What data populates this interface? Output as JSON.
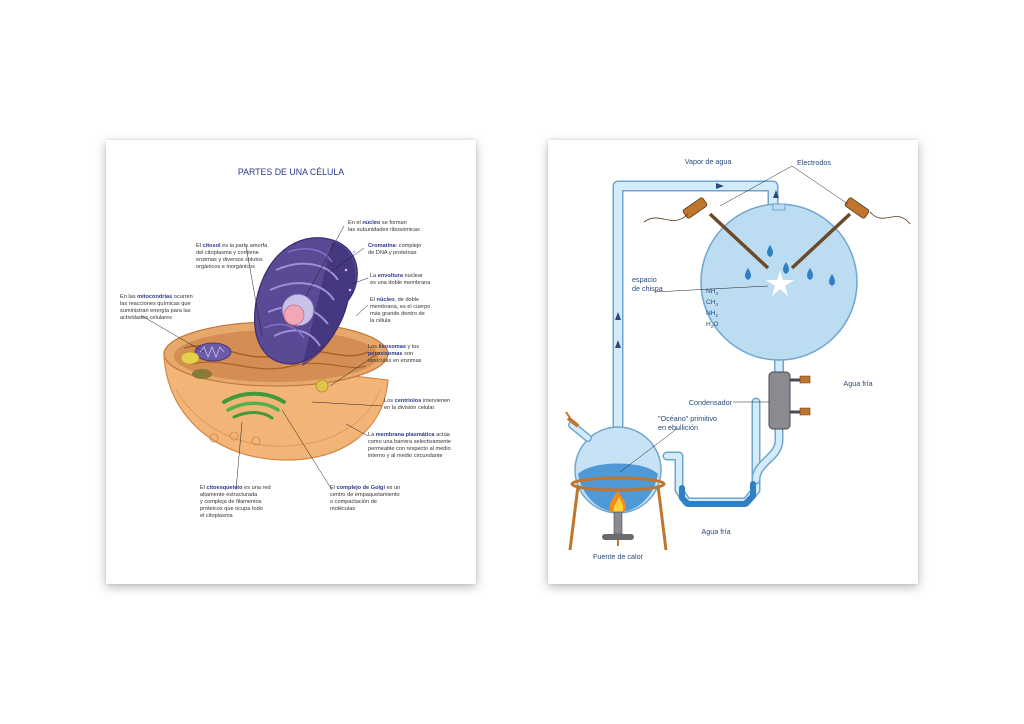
{
  "cell": {
    "title": "PARTES DE UNA CÉLULA",
    "annotations": {
      "nucleo_sub": {
        "l1a": "En el ",
        "l1b": "núcleo",
        "l1c": " se forman",
        "l2": "las subunidades ribosómicas"
      },
      "cromatina": {
        "l1a": "Cromatina",
        "l1c": ": complejo",
        "l2": "de DNA y proteínas"
      },
      "envoltura": {
        "l1a": "La ",
        "l1b": "envoltura",
        "l1c": " nuclear",
        "l2": "es una doble membrana"
      },
      "nucleo": {
        "l1a": "El ",
        "l1b": "núcleo",
        "l1c": ", de doble",
        "l2": "membrana, es el cuerpo",
        "l3": "más grande dentro de",
        "l4": "la célula"
      },
      "citosol": {
        "l1a": "El ",
        "l1b": "citosol",
        "l1c": " es la parte amorfa",
        "l2": "del citoplasma y contiene",
        "l3": "enzimas y diversos solutos",
        "l4": "orgánicos e inorgánicos"
      },
      "mitocondrias": {
        "l1a": "En las ",
        "l1b": "mitocondrias",
        "l1c": " ocurren",
        "l2": "las reacciones químicas que",
        "l3": "suministran energía para las",
        "l4": "actividades celulares"
      },
      "lisosomas": {
        "l1a": "Los ",
        "l1b": "lisosomas",
        "l1c": " y los",
        "l2b": "peroxisomas",
        "l2c": " son",
        "l3": "vesículas en enzimas"
      },
      "centriolos": {
        "l1a": "Los ",
        "l1b": "centriolos",
        "l1c": " intervienen",
        "l2": "en la división celular"
      },
      "membrana": {
        "l1a": "La ",
        "l1b": "membrana plasmática",
        "l1c": " actúa",
        "l2": "como una barrera selectivamente",
        "l3": "permeable con respecto al medio",
        "l4": "interno y al medio circundante"
      },
      "citoesqueleto": {
        "l1a": "El ",
        "l1b": "citoesqueleto",
        "l1c": " es una red",
        "l2": "altamente estructurada",
        "l3": "y compleja de filamentos",
        "l4": "proteicos que ocupa todo",
        "l5": "el citoplasma"
      },
      "golgi": {
        "l1a": "El ",
        "l1b": "complejo de Golgi",
        "l1c": " es un",
        "l2": "centro de empaquetamiento",
        "l3": "o compactación de",
        "l4": "moléculas"
      }
    }
  },
  "miller": {
    "labels": {
      "vapor": "Vapor de agua",
      "electrodos": "Electrodos",
      "chispa_1": "espacio",
      "chispa_2": "de chispa",
      "condensador": "Condensador",
      "agua_fria_top": "Agua fría",
      "oceano_1": "\"Océano\" primitivo",
      "oceano_2": "en ebullición",
      "agua_fria_bottom": "Agua fría",
      "fuente": "Fuente de calor"
    },
    "gases": [
      {
        "base": "NH",
        "sub": "3"
      },
      {
        "base": "CH",
        "sub": "4"
      },
      {
        "base": "NH",
        "sub": "2"
      },
      {
        "base": "H",
        "sub": "2",
        "tail": "O"
      }
    ]
  },
  "colors": {
    "glass": "#bcdcf2",
    "glass_stroke": "#6fa6d0",
    "water": "#2e7fc4",
    "nucleus": "#5a4a96",
    "cell_outer": "#f3b577",
    "label_blue": "#2b3a8c"
  }
}
